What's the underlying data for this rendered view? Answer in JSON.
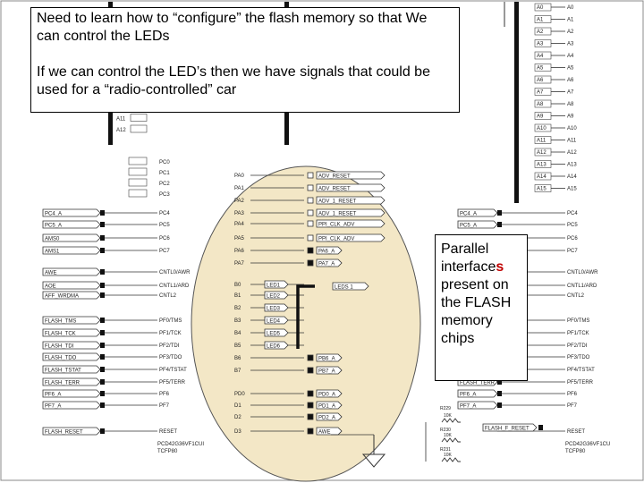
{
  "note_main": {
    "line1": "Need to learn how to “configure” the flash memory so that We can control the LEDs",
    "line2": "If we can control the LED’s then we have signals that could be used for a “radio-controlled” car"
  },
  "note_parallel": {
    "before": "Parallel interface",
    "highlight": "s",
    "after": " present on the FLASH memory chips"
  },
  "colors": {
    "highlight_ellipse": "#f3e7c6",
    "note_highlight": "#c00000"
  },
  "schematic": {
    "left_net_labels": [
      "FLASH_TMS",
      "FLASH_TCK",
      "FLASH_TDI",
      "FLASH_TDO",
      "FLASH_TSTAT",
      "FLASH_TERR",
      "PF6_A",
      "PF7_A",
      "FLASH_RESET",
      "AWE",
      "AOE",
      "AFF_WRDMA",
      "PC4_A",
      "PC5_A",
      "AMS0",
      "AMS1"
    ],
    "left_pins": [
      "PC4",
      "PC5",
      "PC6",
      "PC7",
      "CNTL0/AWR",
      "CNTL1/ARD",
      "CNTL2",
      "PF0/TMS",
      "PF1/TCK",
      "PF2/TDI",
      "PF3/TDO",
      "PF4/TSTAT",
      "PF5/TERR",
      "PF6",
      "PF7",
      "RESET"
    ],
    "center_pins": [
      "PA0",
      "PA1",
      "PA2",
      "PA3",
      "PA4",
      "PA5",
      "PA6",
      "PA7",
      "B0",
      "B1",
      "B2",
      "B3",
      "B4",
      "B5",
      "B6",
      "B7",
      "PD0",
      "D1",
      "D2",
      "D3"
    ],
    "center_nets": [
      "ADV_RESET",
      "ADV_RESET",
      "ADV_1_RESET",
      "ADV_1_RESET",
      "PPI_CLK_ADV",
      "PPI_CLK_ADV",
      "PA6_A",
      "PA7_A",
      "PB6_A",
      "PB7_A",
      "PD0_A",
      "PD1_A",
      "PD2_A",
      "AWE"
    ],
    "led_labels": [
      "LED1",
      "LED2",
      "LED3",
      "LED4",
      "LED5",
      "LED6"
    ],
    "led_bus": "LEDS 1",
    "right_pins": [
      "A0",
      "A1",
      "A2",
      "A3",
      "A4",
      "A5",
      "A6",
      "A7",
      "A8",
      "A9",
      "A10",
      "A11",
      "A12",
      "A13",
      "A14",
      "A15",
      "PC4",
      "PC5",
      "PC6",
      "PC7",
      "CNTL0/AWR",
      "CNTL1/ARD",
      "CNTL2",
      "PF0/TMS",
      "PF1/TCK",
      "PF2/TDI",
      "PF3/TDO",
      "PF4/TSTAT",
      "PF5/TERR",
      "PF6",
      "PF7",
      "RESET"
    ],
    "right_net_labels": [
      "FLASH_TERR",
      "PF6_A",
      "PF7_A",
      "PC4_A",
      "PC5_A",
      "FLASH_F_RESET"
    ],
    "resistors": [
      "R229",
      "10K",
      "R230",
      "10K",
      "R231",
      "10K"
    ],
    "part_left": "PCD42G36VF1CUI",
    "part_left_pkg": "TCFP80",
    "part_right": "PCD42G36VF1CU",
    "part_right_pkg": "TCFP80"
  }
}
